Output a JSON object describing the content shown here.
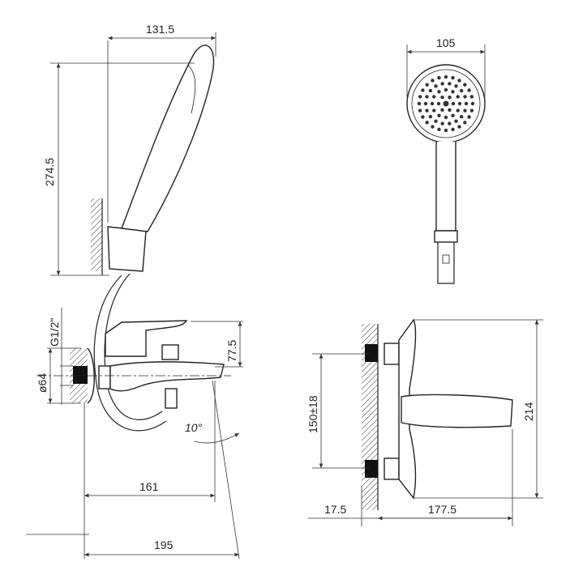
{
  "dimensions": {
    "handshower_width": "131.5",
    "handshower_length": "274.5",
    "head_diameter": "105",
    "thread": "G1/2\"",
    "flange_diameter": "ø64",
    "spout_height": "77.5",
    "spout_angle": "10°",
    "spout_reach": "161",
    "overall_reach": "195",
    "centers": "150±18",
    "overall_height": "214",
    "wall_offset": "17.5",
    "front_depth": "177.5"
  }
}
